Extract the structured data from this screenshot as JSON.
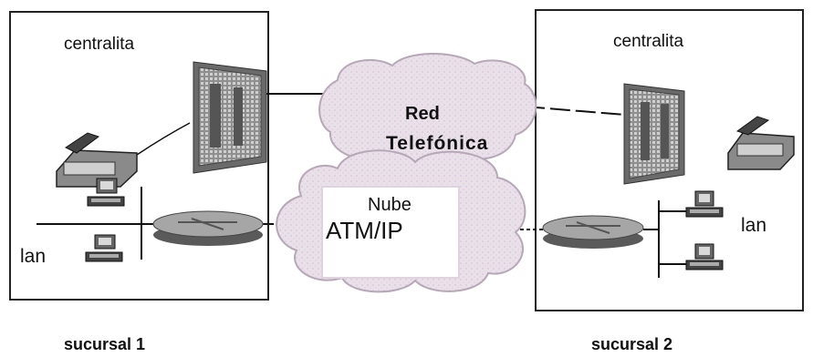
{
  "site1": {
    "pbx_label": "centralita",
    "lan_label": "lan",
    "caption": "sucursal 1"
  },
  "site2": {
    "pbx_label": "centralita",
    "lan_label": "lan",
    "caption": "sucursal 2"
  },
  "telephone_network": {
    "line1": "Red",
    "line2": "Telefónica"
  },
  "data_cloud": {
    "line1": "Nube",
    "line2": "ATM/IP"
  },
  "colors": {
    "border": "#222222",
    "cloud_fill": "#e7dde8",
    "cloud_stroke": "#b9a9ba",
    "device_dark": "#5a5a5a",
    "device_mid": "#9a9a9a"
  }
}
